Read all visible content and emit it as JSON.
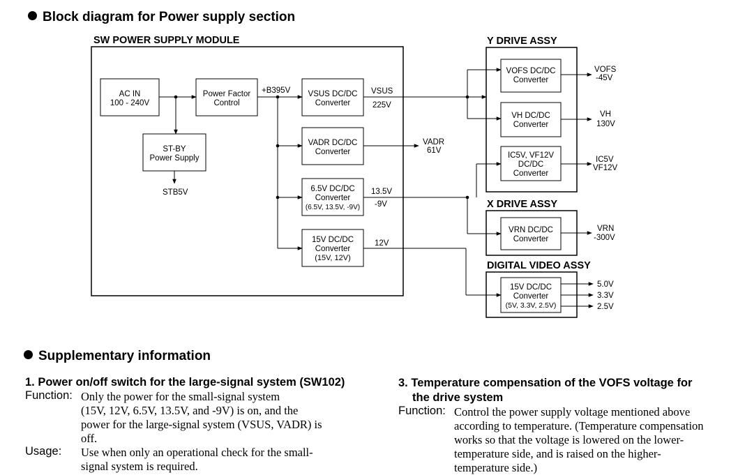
{
  "title": "Block diagram for Power supply section",
  "modules": {
    "sw": "SW POWER SUPPLY MODULE",
    "y": "Y DRIVE ASSY",
    "x": "X DRIVE ASSY",
    "dv": "DIGITAL VIDEO ASSY"
  },
  "blocks": {
    "acin": [
      "AC IN",
      "100 - 240V"
    ],
    "pfc": [
      "Power Factor",
      "Control"
    ],
    "stby": [
      "ST-BY",
      "Power Supply"
    ],
    "vsus": [
      "VSUS DC/DC",
      "Converter"
    ],
    "vadr": [
      "VADR DC/DC",
      "Converter"
    ],
    "v65": [
      "6.5V DC/DC",
      "Converter",
      "(6.5V, 13.5V, -9V)"
    ],
    "v15": [
      "15V DC/DC",
      "Converter",
      "(15V, 12V)"
    ],
    "vofs": [
      "VOFS DC/DC",
      "Converter"
    ],
    "vh": [
      "VH DC/DC",
      "Converter"
    ],
    "ic5v": [
      "IC5V, VF12V",
      "DC/DC",
      "Converter"
    ],
    "vrn": [
      "VRN DC/DC",
      "Converter"
    ],
    "dv15": [
      "15V DC/DC",
      "Converter",
      "(5V, 3.3V, 2.5V)"
    ]
  },
  "signals": {
    "b395": "+B395V",
    "stb5v": "STB5V",
    "vsus": "VSUS",
    "v225": "225V",
    "vadr": "VADR",
    "v61": "61V",
    "v135": "13.5V",
    "vm9": "-9V",
    "v12": "12V",
    "vofs": "VOFS",
    "vm45": "-45V",
    "vh": "VH",
    "v130": "130V",
    "ic5v": "IC5V",
    "vf12v": "VF12V",
    "vrn": "VRN",
    "vm300": "-300V",
    "v50": "5.0V",
    "v33": "3.3V",
    "v25": "2.5V"
  },
  "supp": {
    "title": "Supplementary information",
    "s1": {
      "heading": "1. Power on/off switch for the large-signal system (SW102)",
      "function_label": "Function:",
      "function_lines": [
        "Only the power for the small-signal system",
        "(15V, 12V, 6.5V, 13.5V, and -9V) is on, and the",
        "power for the large-signal system (VSUS, VADR) is",
        "off."
      ],
      "usage_label": "Usage:",
      "usage_lines": [
        "Use when only an operational check for the small-",
        "signal system is required."
      ]
    },
    "s3": {
      "heading_lines": [
        "3. Temperature compensation of the VOFS voltage for",
        "the drive system"
      ],
      "function_label": "Function:",
      "function_lines": [
        "Control the power supply voltage mentioned above",
        "according to temperature. (Temperature compensation",
        "works so that the voltage is lowered on the lower-",
        "temperature side, and is raised on the higher-",
        "temperature side.)"
      ]
    }
  }
}
